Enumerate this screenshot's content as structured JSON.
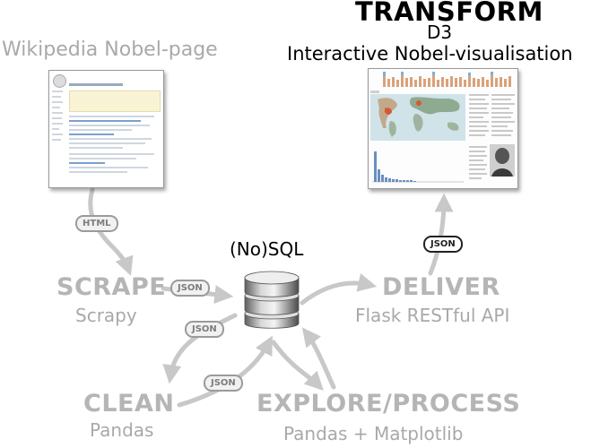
{
  "top_right": {
    "title": "TRANSFORM",
    "subtitle": "D3",
    "caption": "Interactive Nobel-visualisation"
  },
  "top_left": {
    "caption": "Wikipedia Nobel-page"
  },
  "database": {
    "label": "(No)SQL"
  },
  "stages": {
    "scrape": {
      "title": "SCRAPE",
      "tool": "Scrapy"
    },
    "deliver": {
      "title": "DELIVER",
      "tool": "Flask RESTful API"
    },
    "clean": {
      "title": "CLEAN",
      "tool": "Pandas"
    },
    "explore": {
      "title": "EXPLORE/PROCESS",
      "tool": "Pandas + Matplotlib"
    }
  },
  "badges": {
    "html": "HTML",
    "json_scrape": "JSON",
    "json_clean_up": "JSON",
    "json_clean_down": "JSON",
    "json_deliver": "JSON"
  },
  "colors": {
    "arrow": "#c8c8c8",
    "stage_text": "#b5b5b5",
    "title_text": "#000000",
    "badge_dark": "#222222"
  }
}
